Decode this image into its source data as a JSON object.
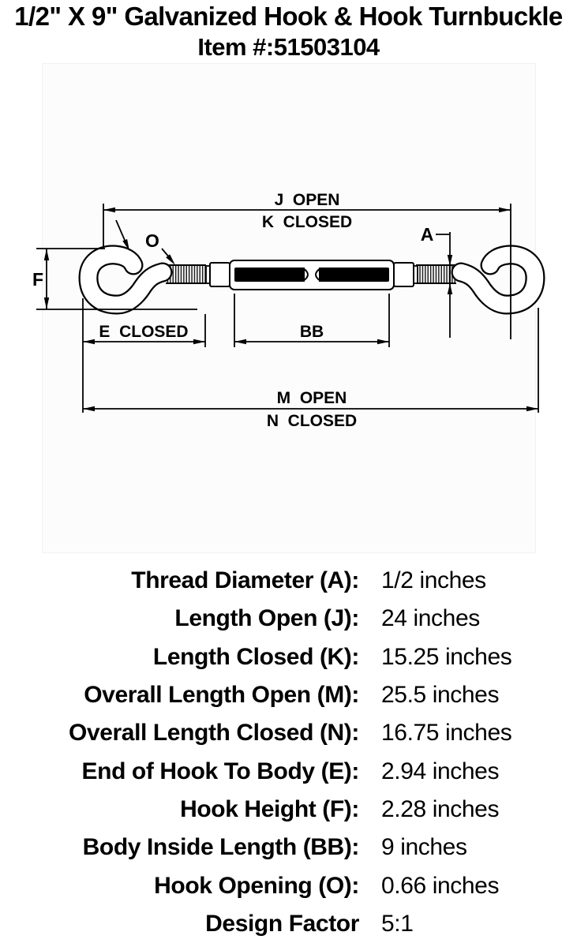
{
  "header": {
    "title": "1/2\" X 9\" Galvanized Hook & Hook Turnbuckle",
    "item_number_line": "Item #:51503104"
  },
  "diagram": {
    "labels": {
      "j_open": "J  OPEN",
      "k_closed": "K  CLOSED",
      "a": "A",
      "o": "O",
      "f": "F",
      "e_closed": "E  CLOSED",
      "bb": "BB",
      "m_open": "M  OPEN",
      "n_closed": "N  CLOSED"
    }
  },
  "specs": {
    "rows": [
      {
        "label": "Thread Diameter (A):",
        "value": "1/2 inches"
      },
      {
        "label": "Length Open (J):",
        "value": "24 inches"
      },
      {
        "label": "Length Closed (K):",
        "value": "15.25 inches"
      },
      {
        "label": "Overall Length Open (M):",
        "value": "25.5 inches"
      },
      {
        "label": "Overall Length Closed (N):",
        "value": "16.75 inches"
      },
      {
        "label": "End of Hook To Body (E):",
        "value": "2.94 inches"
      },
      {
        "label": "Hook Height (F):",
        "value": "2.28 inches"
      },
      {
        "label": "Body Inside Length (BB):",
        "value": "9 inches"
      },
      {
        "label": "Hook Opening (O):",
        "value": "0.66 inches"
      },
      {
        "label": "Design Factor",
        "value": "5:1"
      }
    ]
  },
  "colors": {
    "ink": "#000000",
    "card_background": "#fcfcfc"
  }
}
